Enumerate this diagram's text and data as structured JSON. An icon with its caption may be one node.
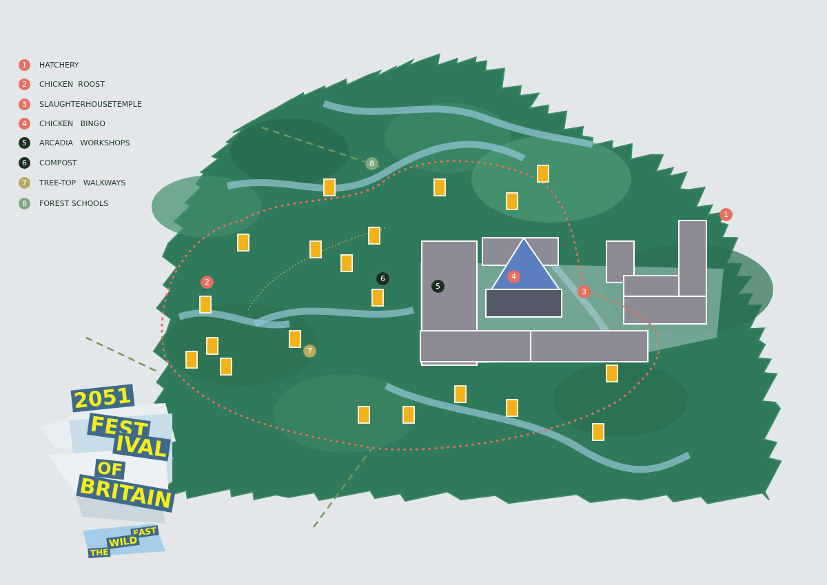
{
  "diagram": {
    "labels": [
      "1",
      "2",
      "3",
      "4",
      "5",
      "6",
      "7",
      "8",
      "8",
      "1",
      "4",
      "6",
      "2",
      "5",
      "3",
      "7",
      "2051",
      "FEST",
      "IVAL",
      "OF",
      "BRITAIN",
      "EAST",
      "WILD",
      "THE"
    ],
    "legend": [
      {
        "text": "HATCHERY",
        "color": "#e5705f"
      },
      {
        "text": "CHICKEN  ROOST",
        "color": "#e5705f"
      },
      {
        "text": "SLAUGHTERHOUSETEMPLE",
        "color": "#e5705f"
      },
      {
        "text": "CHICKEN   BINGO",
        "color": "#e5705f"
      },
      {
        "text": "ARCADIA   WORKSHOPS",
        "color": "#1b2e22"
      },
      {
        "text": "COMPOST",
        "color": "#1b2e22"
      },
      {
        "text": "TREE-TOP   WALKWAYS",
        "color": "#b3ab5e"
      },
      {
        "text": "FOREST SCHOOLS",
        "color": "#7fa67e"
      }
    ]
  }
}
